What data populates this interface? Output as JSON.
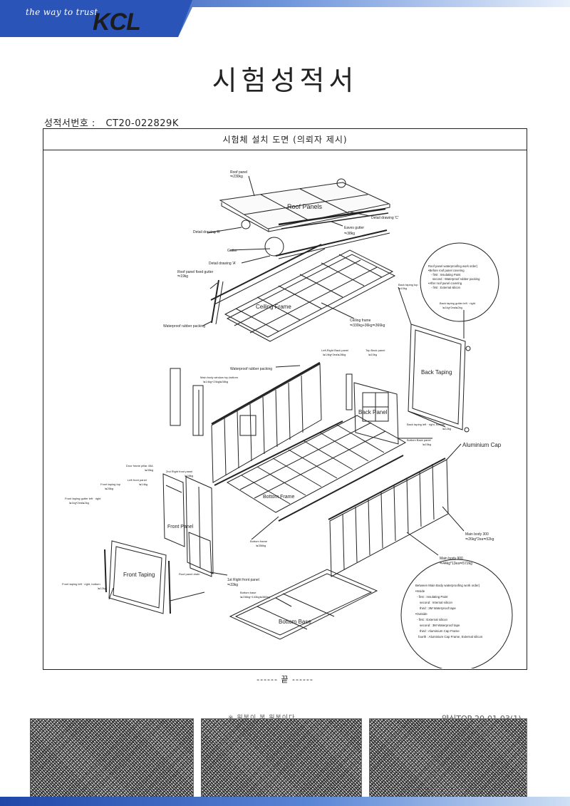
{
  "header": {
    "tagline": "the way to trust",
    "logo_text": "KCL",
    "brand_color": "#1f47a8"
  },
  "title": "시험성적서",
  "report": {
    "label": "성적서번호 :",
    "number": "CT20-022829K"
  },
  "frame": {
    "heading": "시험체 설치 도면 (의뢰자 제시)"
  },
  "drawing": {
    "labels": {
      "roof_panel": "Roof panel",
      "roof_panel_weight": "≒230kg",
      "roof_panels": "Roof Panels",
      "detail_c": "Detail drawing 'C'",
      "detail_b": "Detail drawing 'B'",
      "gutter": "Gutter",
      "detail_a": "Detail drawing 'A'",
      "eaves_gutter": "Eaves gutter",
      "eaves_gutter_weight": "≒38kg",
      "roof_panel_fixed_gutter": "Roof panel fixed gutter",
      "roof_panel_fixed_gutter_weight": "≒19kg",
      "waterproof_packing_1": "Waterproof rubber packing",
      "ceiling_frame_text": "Ceiling Frame",
      "ceiling_frame": "Ceiling frame",
      "ceiling_frame_weight": "≒330kg+36kg≒366kg",
      "back_taping_top": "Back taping top",
      "back_taping_top_weight": "≒10kg",
      "back_gutter": "Back taping gutter left · right",
      "back_gutter_weight": "≒1kg*2ea≒2kg",
      "back_taping": "Back Taping",
      "waterproof_packing_2": "Waterproof rubber packing",
      "main_body_window": "Main body window top,bottom",
      "main_body_window_weight": "≒14kg+24kg≒38kg",
      "lr_back_panel": "Left,Right Back panel",
      "lr_back_panel_weight": "≒14kg*2ea≒28kg",
      "top_back_panel": "Top Back panel",
      "top_back_panel_weight": "≒10kg",
      "back_panel": "Back Panel",
      "back_taping_lr_bottom": "Back taping left · right, bottom",
      "back_taping_lr_bottom_weight": "≒12kg",
      "aluminium_cap": "Aluminium Cap",
      "bottom_back_panel": "Bottom Back panel",
      "bottom_back_panel_weight": "≒15kg",
      "door_frame_pillar": "Door frame pillar 45A",
      "door_frame_pillar_weight": "≒35kg",
      "front_2nd": "2nd Right front panel",
      "front_2nd_weight": "≒28kg",
      "left_front_panel": "Left front panel",
      "left_front_panel_weight": "≒14kg",
      "front_taping_top": "Front taping top",
      "front_taping_top_weight": "≒26kg",
      "front_gutter": "Front taping gutter left · right",
      "front_gutter_weight": "≒1kg*2ea≒2kg",
      "front_panel_text": "Front Panel",
      "bottom_frame_text": "Bottom Frame",
      "main_body_300": "Main body 300",
      "main_body_300_weight": "≒26kg*2ea≒52kg",
      "bottom_frame": "Bottom frame",
      "bottom_frame_weight": "≒356kg",
      "main_body_900": "Main body 900",
      "main_body_900_weight": "≒44kg*13ea≒572kg",
      "front_taping": "Front Taping",
      "roof_panel_drain": "Roof panel drain",
      "first_right_front": "1st Right front panel",
      "first_right_front_weight": "≒33kg",
      "front_taping_lr_bottom": "Front taping left · right, bottom",
      "front_taping_lr_bottom_weight": "≒12kg",
      "bottom_base": "Bottom base",
      "bottom_base_weight": "≒236kg+143kg≒380kg",
      "bottom_base_text": "Bottom Base"
    },
    "roof_note": [
      "Roof panel waterproofing work order)",
      "•Before roof panel covering",
      "- first : Insulating Paint",
      "second : Waterproof rubber packing",
      "•After roof panel covering",
      "- first : External silicon"
    ],
    "body_note": [
      "Between Main Body waterproofing work order)",
      "•Inside",
      "- first : Insulating Paint",
      "second : Internal silicon",
      "third : 3M Waterproof tape",
      "•Outside",
      "- first : External silicon",
      "second : 3M Waterproof tape",
      "third : Aluminium Cap Frame",
      "fourth : Aluminium Cap Frame, External silicon"
    ]
  },
  "end_mark": "------ 끝 ------",
  "stamp_caption": "※ 원본이 본 원본이다",
  "form_code": "양식TOP-20-01-03(1)"
}
